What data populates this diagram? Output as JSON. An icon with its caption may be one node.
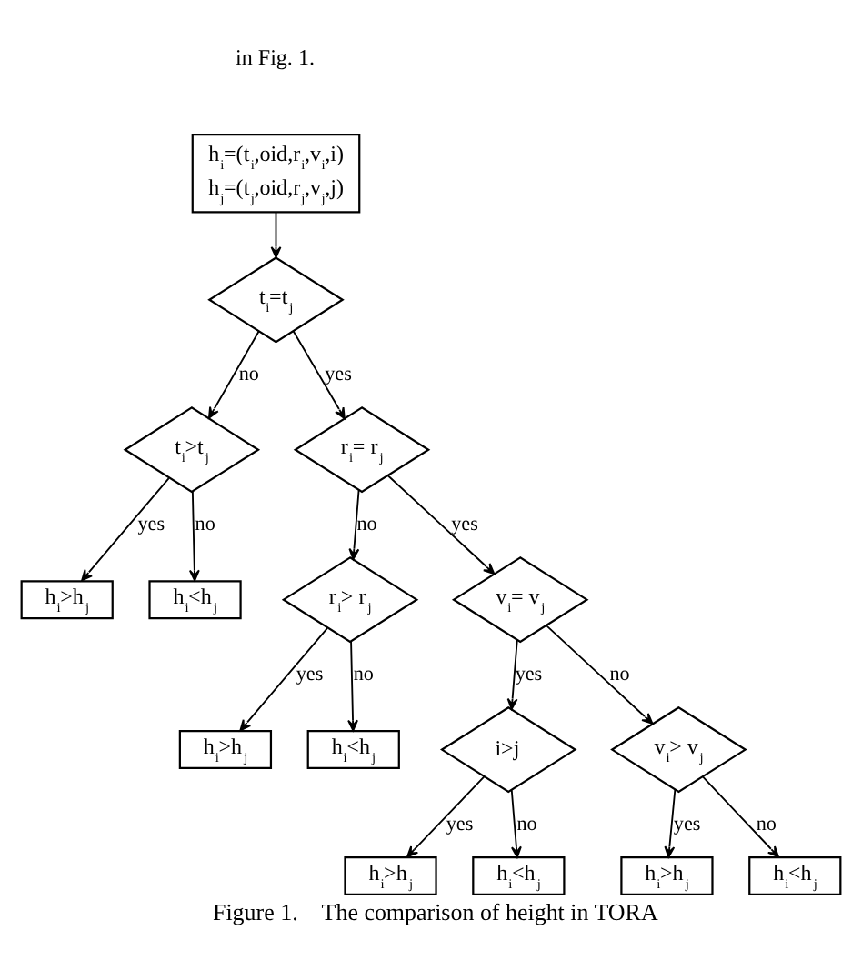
{
  "diagram": {
    "caption": "Figure 1.    The comparison of height in TORA",
    "nodes": [
      {
        "text": [
          "h$_{i}$=(t$_{i}$,oid,r$_{i}$,v$_{i}$,i)",
          "h$_{j}$=(t$_{j}$,oid,r$_{j}$,v$_{j}$,j)"
        ]
      },
      {
        "text": [
          "t$_{i}$=t$_{j}$"
        ]
      },
      {
        "text": [
          "t$_{i}$>t$_{j}$"
        ]
      },
      {
        "text": [
          "h$_{i}$>h$_{j}$"
        ]
      },
      {
        "text": [
          "h$_{i}$<h$_{j}$"
        ]
      },
      {
        "text": [
          "r$_{i}$= r$_{j}$"
        ]
      },
      {
        "text": [
          "r$_{i}$> r$_{j}$"
        ]
      },
      {
        "text": [
          "h$_{i}$>h$_{j}$"
        ]
      },
      {
        "text": [
          "h$_{i}$<h$_{j}$"
        ]
      },
      {
        "text": [
          "v$_{i}$= v$_{j}$"
        ]
      },
      {
        "text": [
          "i>j"
        ]
      },
      {
        "text": [
          "h$_{i}$>h$_{j}$"
        ]
      },
      {
        "text": [
          "h$_{i}$<h$_{j}$"
        ]
      },
      {
        "text": [
          "v$_{i}$> v$_{j}$"
        ]
      },
      {
        "text": [
          "h$_{i}$>h$_{j}$"
        ]
      },
      {
        "text": [
          "h$_{i}$<h$_{j}$"
        ]
      }
    ],
    "edges": [
      {
        "from": 0,
        "to": 1,
        "arrow": "to"
      },
      {
        "from": 1,
        "to": 2,
        "arrow": "to",
        "label": "no"
      },
      {
        "from": 1,
        "to": 5,
        "arrow": "to",
        "label": "yes"
      },
      {
        "from": 2,
        "to": 3,
        "arrow": "to",
        "label": "yes"
      },
      {
        "from": 2,
        "to": 4,
        "arrow": "to",
        "label": "no"
      },
      {
        "from": 5,
        "to": 9,
        "arrow": "to",
        "label": "yes"
      },
      {
        "from": 5,
        "to": 6,
        "arrow": "to",
        "label": "no"
      },
      {
        "from": 6,
        "to": 7,
        "arrow": "to",
        "label": "yes"
      },
      {
        "from": 6,
        "to": 8,
        "arrow": "to",
        "label": "no"
      },
      {
        "from": 9,
        "to": 10,
        "arrow": "to",
        "label": "yes"
      },
      {
        "from": 9,
        "to": 13,
        "arrow": "to",
        "label": "no"
      },
      {
        "from": 10,
        "to": 11,
        "arrow": "to",
        "label": "yes"
      },
      {
        "from": 10,
        "to": 12,
        "arrow": "to",
        "label": "no"
      },
      {
        "from": 13,
        "to": 14,
        "arrow": "to",
        "label": "yes"
      },
      {
        "from": 13,
        "to": 15,
        "arrow": "to",
        "label": "no"
      }
    ],
    "labels": [
      "in Fig. 1."
    ]
  }
}
